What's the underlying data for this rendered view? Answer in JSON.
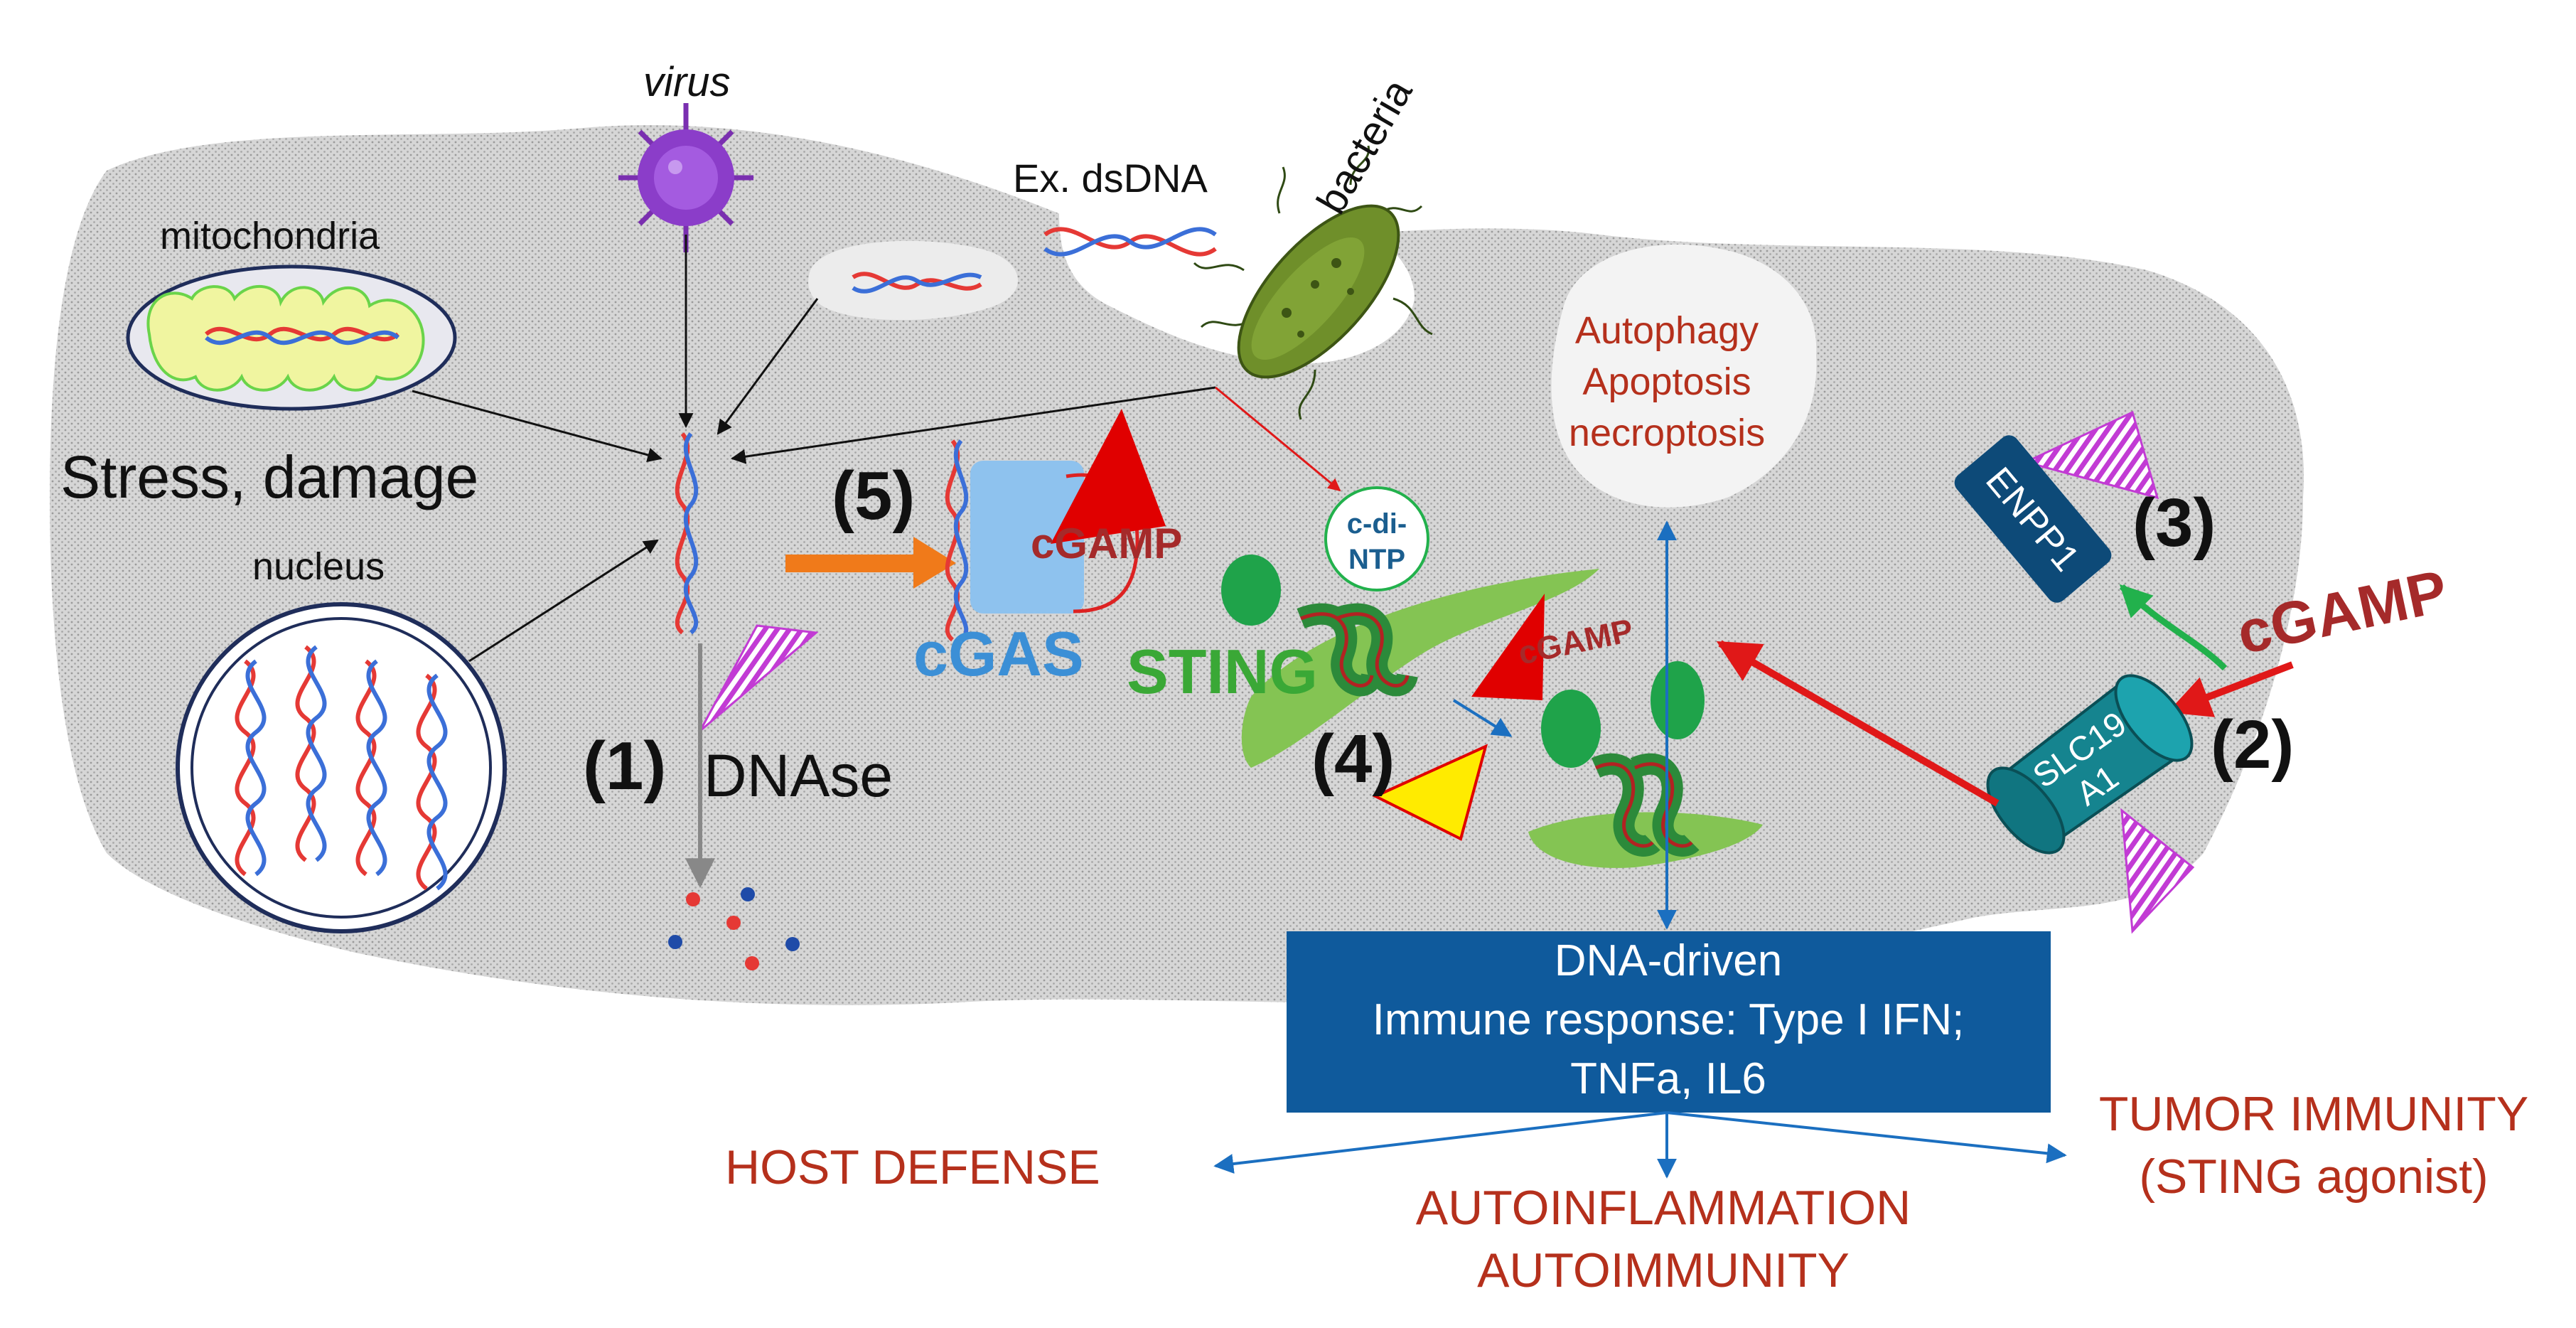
{
  "labels": {
    "virus": "virus",
    "ex_dsdna": "Ex. dsDNA",
    "bacteria": "bacteria",
    "mitochondria": "mitochondria",
    "nucleus": "nucleus",
    "stress_damage": "Stress, damage",
    "step1": "(1)",
    "dnase": "DNAse",
    "step5": "(5)",
    "cgas": "cGAS",
    "cgamp_cgas": "cGAMP",
    "c_di_ntp_line1": "c-di-",
    "c_di_ntp_line2": "NTP",
    "sting": "STING",
    "step4": "(4)",
    "cgamp_sting": "cGAMP",
    "autophagy": "Autophagy",
    "apoptosis": "Apoptosis",
    "necroptosis": "necroptosis",
    "enpp1": "ENPP1",
    "step3": "(3)",
    "cgamp_extracellular": "cGAMP",
    "slc19_line1": "SLC19",
    "slc19_line2": "A1",
    "step2": "(2)",
    "response_line1": "DNA-driven",
    "response_line2": "Immune response: Type I IFN;",
    "response_line3": "TNFa, IL6",
    "host_defense": "HOST DEFENSE",
    "autoinflammation": "AUTOINFLAMMATION",
    "autoimmunity": "AUTOIMMUNITY",
    "tumor_immunity": "TUMOR IMMUNITY",
    "sting_agonist": "(STING agonist)"
  },
  "colors": {
    "cell_fill": "#cfcfcf",
    "response_box": "#0f5a9c",
    "outcome_text": "#b5301c",
    "cgas_blue": "#3b8fd6",
    "sting_green": "#3aa836",
    "cgamp_red": "#a52a2a",
    "enpp1_box": "#0d4a78",
    "slc19_cylinder": "#15848f",
    "inhibitor_purple": "#c23bd4",
    "dna_red": "#e53935",
    "dna_blue": "#3b6fd8",
    "orange_arrow": "#f07a1a"
  }
}
